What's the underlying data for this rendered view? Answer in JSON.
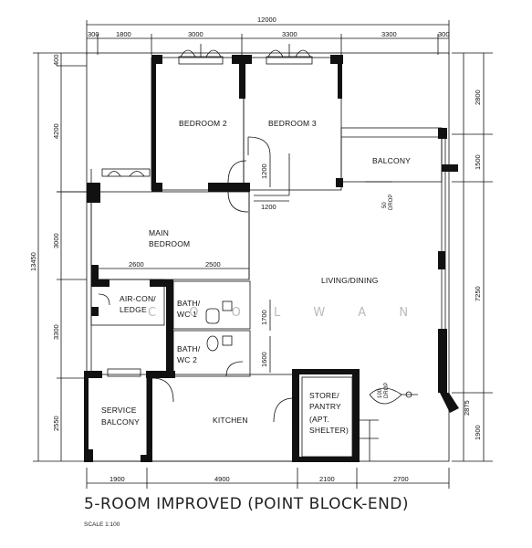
{
  "rooms": {
    "bedroom2": "BEDROOM 2",
    "bedroom3": "BEDROOM 3",
    "balcony": "BALCONY",
    "main_bedroom_1": "MAIN",
    "main_bedroom_2": "BEDROOM",
    "living_dining": "LIVING/DINING",
    "aircon_1": "AIR-CON/",
    "aircon_2": "LEDGE",
    "bath1_1": "BATH/",
    "bath1_2": "WC 1",
    "bath2_1": "BATH/",
    "bath2_2": "WC 2",
    "service_1": "SERVICE",
    "service_2": "BALCONY",
    "kitchen": "KITCHEN",
    "store_1": "STORE/",
    "store_2": "PANTRY",
    "store_3": "(APT.",
    "store_4": "SHELTER)"
  },
  "notes": {
    "drop_50_1": "50",
    "drop_50_2": "DROP",
    "drop_100_1": "100",
    "drop_100_2": "DROP"
  },
  "dimensions": {
    "overall_width": "12000",
    "top": [
      "300",
      "1800",
      "3000",
      "3300",
      "3300",
      "300"
    ],
    "bottom": [
      "1900",
      "4900",
      "2100",
      "2700"
    ],
    "left_total": "13450",
    "left": [
      "400",
      "4200",
      "3000",
      "3300",
      "2550"
    ],
    "right": [
      "2800",
      "1500",
      "7250",
      "2875",
      "1900"
    ],
    "interior": [
      "1200",
      "1200",
      "2600",
      "2500",
      "1700",
      "1600"
    ]
  },
  "watermark": "C O O L   W A N",
  "title": "5-ROOM IMPROVED (POINT BLOCK-END)",
  "scale": "SCALE  1:100"
}
